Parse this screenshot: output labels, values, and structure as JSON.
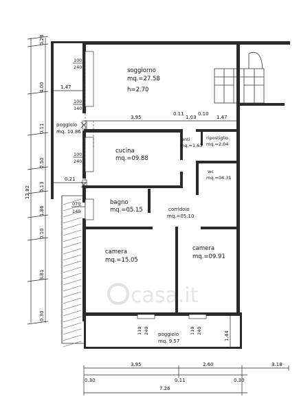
{
  "rooms": {
    "soggiorno": {
      "name": "soggiorno",
      "area": "mq.=27.58",
      "height": "h=2.70"
    },
    "poggiolo_ovest": {
      "name": "poggiolo",
      "area": "mq.  10.86"
    },
    "cucina": {
      "name": "cucina",
      "area": "mq.=09.88"
    },
    "anti": {
      "name": "anti",
      "area": "mq.=1.63"
    },
    "ripostiglio": {
      "name": "ripostiglio",
      "area": "mq.=2.04"
    },
    "wc": {
      "name": "wc",
      "area": "mq.=04.31"
    },
    "bagno": {
      "name": "bagno",
      "area": "mq.=05.15"
    },
    "corridoio": {
      "name": "corridoio",
      "area": "mq.=05.10"
    },
    "camera_1": {
      "name": "camera",
      "area": "mq.=15.05"
    },
    "camera_2": {
      "name": "camera",
      "area": "mq.=09.91"
    },
    "poggiolo_sud": {
      "name": "poggiolo",
      "area": "mq.  9.57"
    }
  },
  "windows": {
    "w1": {
      "top": "100",
      "bottom": "240"
    },
    "w2": {
      "top": "100",
      "bottom": "140"
    },
    "w3": {
      "top": "100",
      "bottom": "240"
    },
    "w4": {
      "top": "070",
      "bottom": "140"
    },
    "w5": {
      "top": "110",
      "bottom": "240"
    },
    "w6": {
      "top": "110",
      "bottom": "240"
    }
  },
  "dims_left": [
    "12.82",
    "0.28",
    "4.00",
    "0.11",
    "2.50",
    "0.13",
    "1.86",
    "0.10",
    "3.81",
    "0.30"
  ],
  "dims_inner": {
    "d1": "1.47",
    "d2": "3.95",
    "d3": "0.11",
    "d4": "1.03",
    "d5": "0.10",
    "d6": "1.47",
    "d7": "0.21",
    "d8": "1.44"
  },
  "dims_bottom": {
    "row1": [
      "3.95",
      "2.60",
      "3.18"
    ],
    "row2": [
      "0.30",
      "0.11",
      "0.30"
    ],
    "row3": "7.26"
  },
  "watermark": "casa.it"
}
